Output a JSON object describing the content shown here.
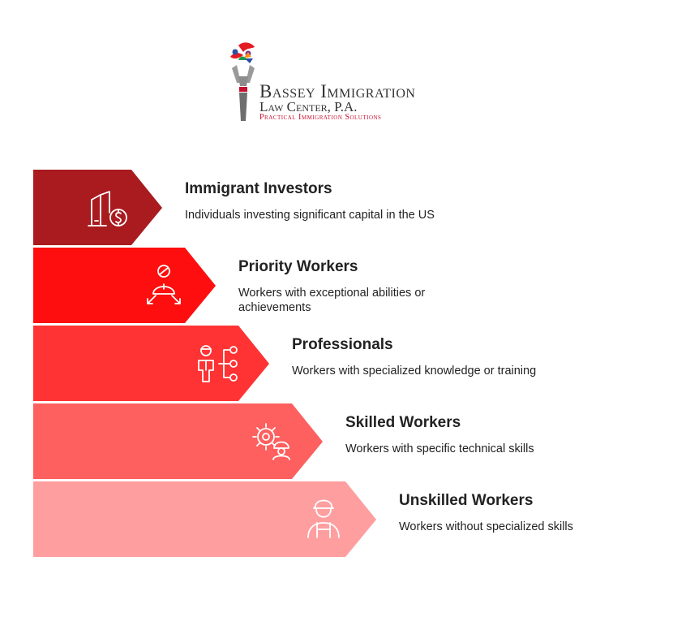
{
  "logo": {
    "name_line1": "Bassey Immigration",
    "name_line2": "Law Center, P.A.",
    "tagline": "Practical Immigration Solutions",
    "icon": "torch-with-figures-icon",
    "colors": {
      "text": "#333333",
      "tagline": "#c8102e"
    }
  },
  "tiers": [
    {
      "title": "Immigrant Investors",
      "description": "Individuals investing significant capital in the US",
      "icon": "buildings-dollar-icon",
      "color": "#a91b1e"
    },
    {
      "title": "Priority Workers",
      "description": "Workers with exceptional abilities or achievements",
      "icon": "person-arrows-icon",
      "color": "#fe0e0e"
    },
    {
      "title": "Professionals",
      "description": "Workers with specialized knowledge or training",
      "icon": "professional-network-icon",
      "color": "#ff3333"
    },
    {
      "title": "Skilled Workers",
      "description": "Workers with specific technical skills",
      "icon": "gear-worker-icon",
      "color": "#fe5f5f"
    },
    {
      "title": "Unskilled Workers",
      "description": "Workers without specialized skills",
      "icon": "laborer-icon",
      "color": "#ff9e9f"
    }
  ]
}
